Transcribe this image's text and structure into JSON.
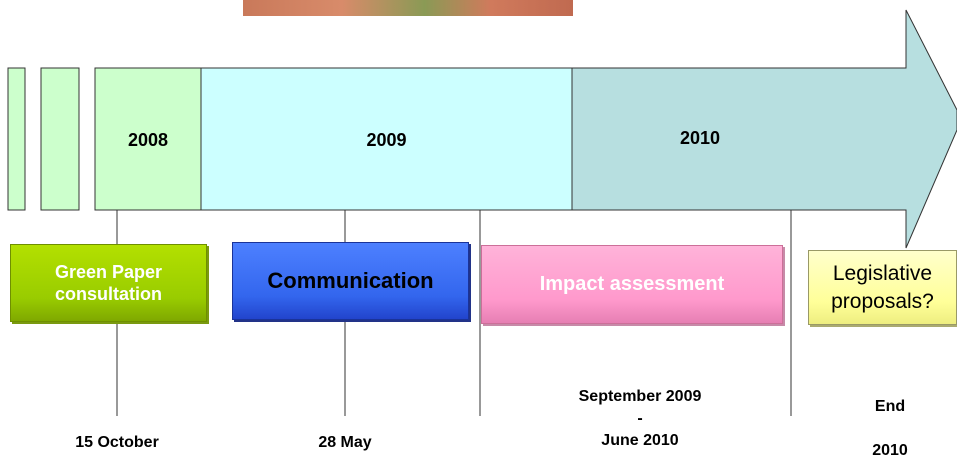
{
  "years": [
    "2008",
    "2009",
    "2010"
  ],
  "phases": [
    {
      "label_lines": [
        "Green Paper",
        "consultation"
      ],
      "color": "#99cc00"
    },
    {
      "label_lines": [
        "Communication"
      ],
      "color": "#3366ee"
    },
    {
      "label_lines": [
        "Impact assessment"
      ],
      "color": "#ff99cc"
    },
    {
      "label_lines": [
        "Legislative",
        "proposals?"
      ],
      "color": "#ffff99"
    }
  ],
  "dates": [
    {
      "lines": [
        "15 October"
      ]
    },
    {
      "lines": [
        "28 May"
      ]
    },
    {
      "lines": [
        "September 2009",
        "-",
        "June 2010"
      ]
    },
    {
      "lines": [
        "End",
        "",
        "2010"
      ]
    }
  ],
  "colors": {
    "year_2008": "#ccffcc",
    "year_2009": "#ccffff",
    "year_2010": "#b7dfe0",
    "arrow_head": "#b7dfe0"
  }
}
